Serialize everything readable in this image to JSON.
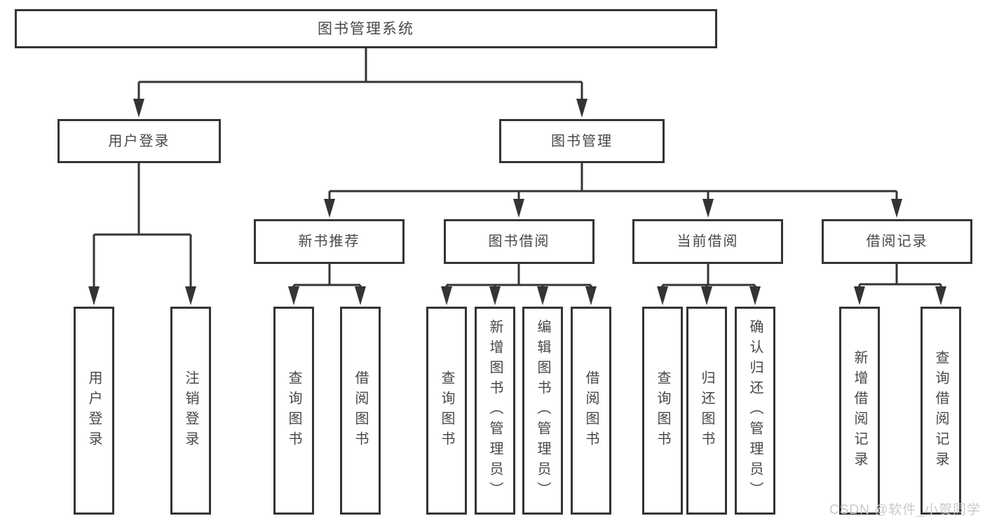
{
  "title": "图书管理系统",
  "level2": [
    "用户登录",
    "图书管理"
  ],
  "level3": [
    "新书推荐",
    "图书借阅",
    "当前借阅",
    "借阅记录"
  ],
  "leaves": [
    "用户登录",
    "注销登录",
    "查询图书",
    "借阅图书",
    "查询图书",
    "新增图书（管理员）",
    "编辑图书（管理员）",
    "借阅图书",
    "查询图书",
    "归还图书",
    "确认归还（管理员）",
    "新增借阅记录",
    "查询借阅记录"
  ],
  "watermark": "CSDN @软件_小贺同学",
  "colors": {
    "line": "#343434",
    "text": "#474747",
    "watermark": "#c9c9c9",
    "background": "#ffffff"
  }
}
